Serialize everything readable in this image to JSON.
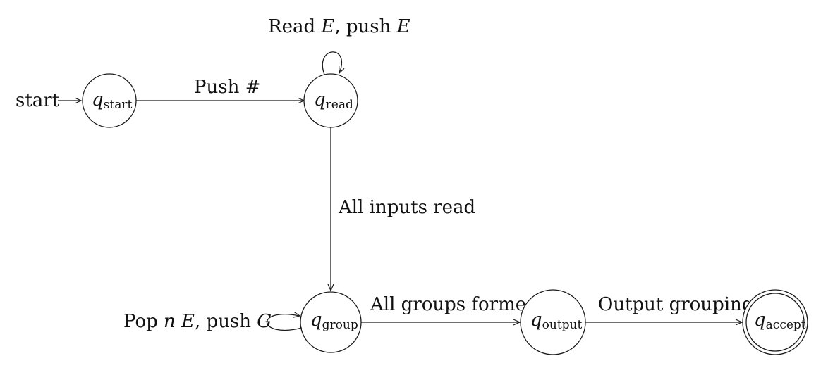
{
  "start_label": "start",
  "states": {
    "start": {
      "symbol": "q",
      "subscript": "start"
    },
    "read": {
      "symbol": "q",
      "subscript": "read"
    },
    "group": {
      "symbol": "q",
      "subscript": "group"
    },
    "output": {
      "symbol": "q",
      "subscript": "output"
    },
    "accept": {
      "symbol": "q",
      "subscript": "accept",
      "accepting": true
    }
  },
  "transitions": {
    "start_to_read": {
      "text": "Push #"
    },
    "read_loop": {
      "t1": "Read ",
      "m1": "E",
      "t2": ", push ",
      "m2": "E"
    },
    "read_to_group": {
      "text": "All inputs read"
    },
    "group_loop": {
      "t1": "Pop ",
      "m1": "n",
      "t2": " ",
      "m2": "E",
      "t3": ", push ",
      "m3": "G"
    },
    "group_to_output": {
      "text": "All groups formed"
    },
    "output_to_accept": {
      "text": "Output grouping"
    }
  },
  "colors": {
    "stroke": "#1a1a1a",
    "text": "#111111",
    "background": "#ffffff"
  }
}
